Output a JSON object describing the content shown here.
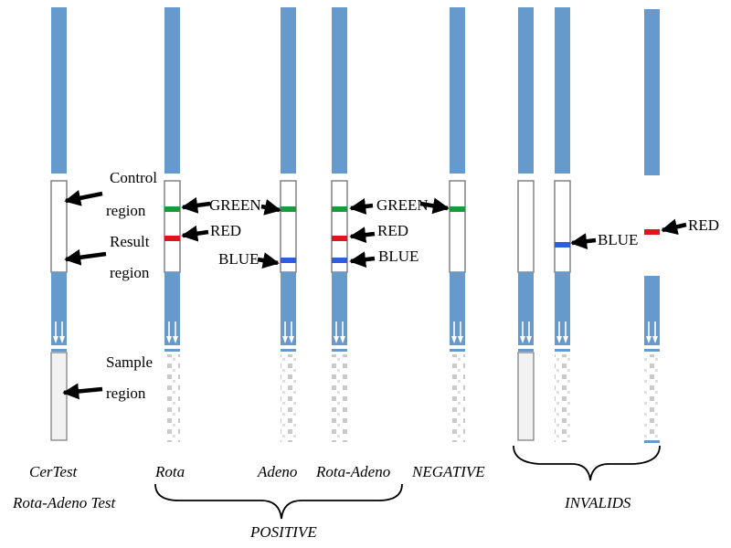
{
  "colors": {
    "strip": "#6699cc",
    "green": "#1a9a3a",
    "red": "#e0141c",
    "blue": "#2a5fe0",
    "outline": "#8a8a8a",
    "sample_fill": "#f2f2f2"
  },
  "labels": {
    "control": [
      "Control",
      "region"
    ],
    "result": [
      "Result",
      "region"
    ],
    "sample": [
      "Sample",
      "region"
    ],
    "green": "GREEN",
    "red": "RED",
    "blue": "BLUE"
  },
  "captions": {
    "cer_line1": "CerTest",
    "cer_line2": "Rota-Adeno Test",
    "rota": "Rota",
    "adeno": "Adeno",
    "rota_adeno": "Rota-Adeno",
    "negative": "NEGATIVE",
    "positive": "POSITIVE",
    "invalids": "INVALIDS"
  },
  "strips": [
    {
      "id": "cer-test",
      "bands": []
    },
    {
      "id": "rota",
      "bands": [
        "green",
        "red"
      ]
    },
    {
      "id": "adeno",
      "bands": [
        "green",
        "blue"
      ]
    },
    {
      "id": "rota-adeno",
      "bands": [
        "green",
        "red",
        "blue"
      ]
    },
    {
      "id": "negative",
      "bands": [
        "green"
      ]
    },
    {
      "id": "invalid-empty",
      "bands": []
    },
    {
      "id": "invalid-blue",
      "bands": [
        "blue"
      ]
    },
    {
      "id": "invalid-red",
      "bands": [
        "red"
      ]
    }
  ]
}
